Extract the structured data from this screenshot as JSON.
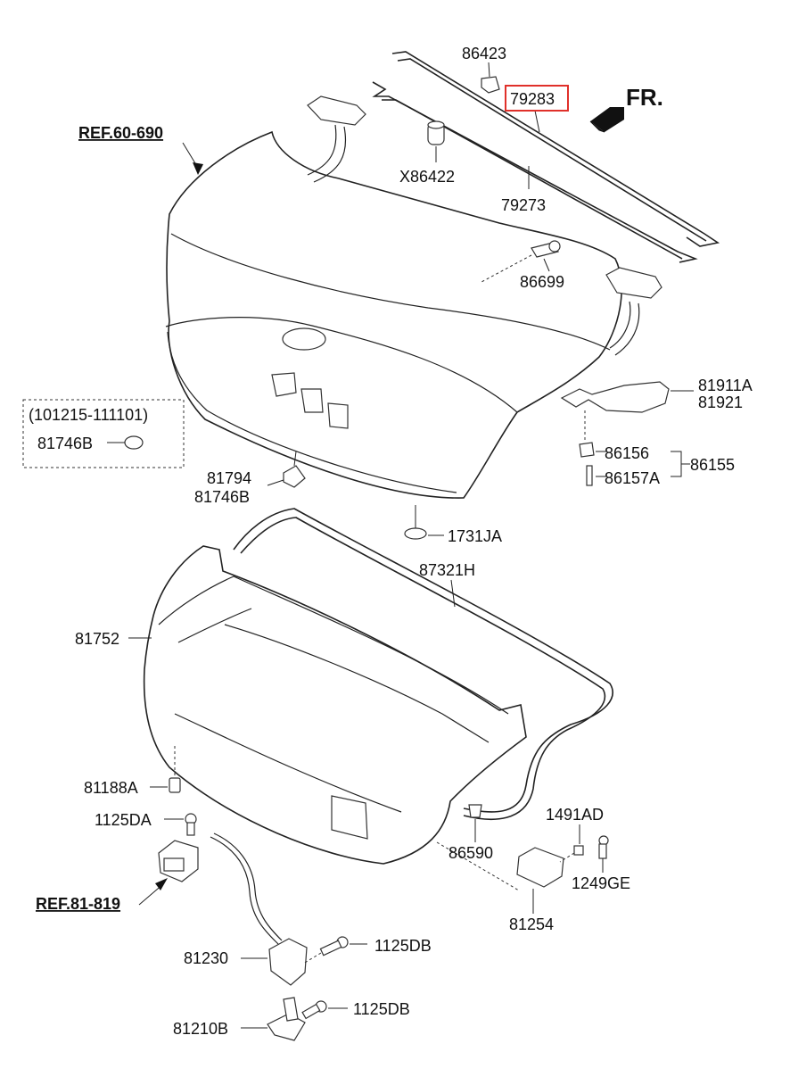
{
  "diagram": {
    "highlight_color": "#e0302a",
    "front_label": "FR.",
    "variant_box_label": "(101215-111101)",
    "refs": [
      {
        "id": "ref-60-690",
        "text": "REF.60-690"
      },
      {
        "id": "ref-81-819",
        "text": "REF.81-819"
      }
    ],
    "labels": {
      "p86423": "86423",
      "p79283": "79283",
      "pX86422": "X86422",
      "p79273": "79273",
      "p86699": "86699",
      "p81911A": "81911A",
      "p81921": "81921",
      "p86156": "86156",
      "p86155": "86155",
      "p86157A": "86157A",
      "p81746B_box": "81746B",
      "p81794": "81794",
      "p81746B": "81746B",
      "p1731JA": "1731JA",
      "p87321H": "87321H",
      "p81752": "81752",
      "p81188A": "81188A",
      "p1125DA": "1125DA",
      "p86590": "86590",
      "p1491AD": "1491AD",
      "p1249GE": "1249GE",
      "p81254": "81254",
      "p81230": "81230",
      "p1125DB_a": "1125DB",
      "p81210B": "81210B",
      "p1125DB_b": "1125DB"
    }
  }
}
